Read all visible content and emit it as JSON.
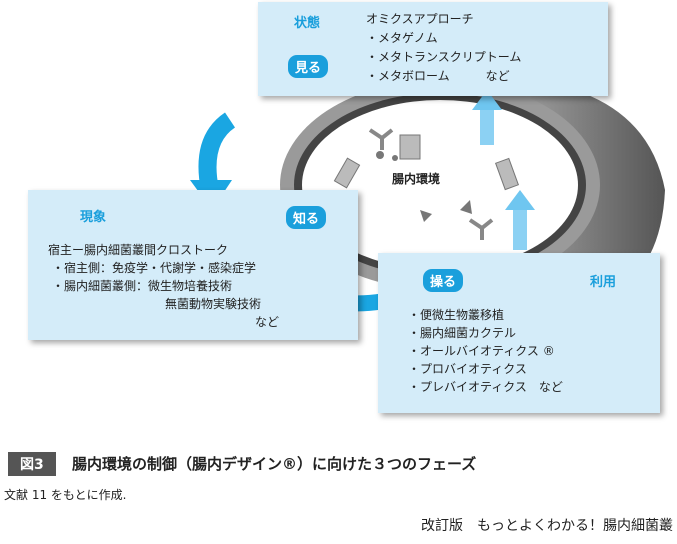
{
  "top_panel": {
    "title": "状態",
    "badge": "見る",
    "heading": "オミクスアプローチ",
    "items": [
      "・メタゲノム",
      "・メタトランスクリプトーム",
      "・メタボローム　　　など"
    ]
  },
  "center_label": "腸内環境",
  "left_panel": {
    "title": "現象",
    "badge": "知る",
    "lines": [
      "宿主ー腸内細菌叢間クロストーク",
      "・宿主側：免疫学・代謝学・感染症学",
      "・腸内細菌叢側：微生物培養技術",
      "無菌動物実験技術",
      "など"
    ]
  },
  "right_panel": {
    "title": "利用",
    "badge": "操る",
    "items": [
      "・便微生物叢移植",
      "・腸内細菌カクテル",
      "・オールバイオティクス ®",
      "・プロバイオティクス",
      "・プレバイオティクス　など"
    ]
  },
  "caption": {
    "figure_label": "図3",
    "title": "腸内環境の制御（腸内デザイン®）に向けた３つのフェーズ",
    "source": "文献 11 をもとに作成.",
    "book": "改訂版　もっとよくわかる！腸内細菌叢"
  },
  "colors": {
    "accent": "#1a9fdc",
    "panel": "#d4ecf9"
  }
}
